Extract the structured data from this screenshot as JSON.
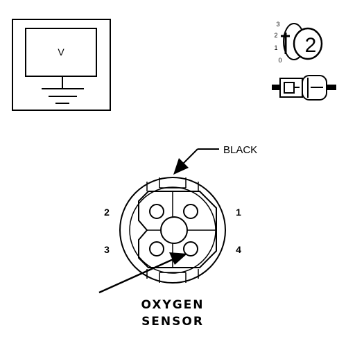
{
  "meter": {
    "symbol": "V"
  },
  "selector": {
    "positions": [
      "3",
      "2",
      "1",
      "0"
    ],
    "selected": "2"
  },
  "connector": {
    "color_label": "BLACK",
    "pins": [
      "1",
      "2",
      "3",
      "4"
    ],
    "name_line1": "OXYGEN",
    "name_line2": "SENSOR"
  }
}
